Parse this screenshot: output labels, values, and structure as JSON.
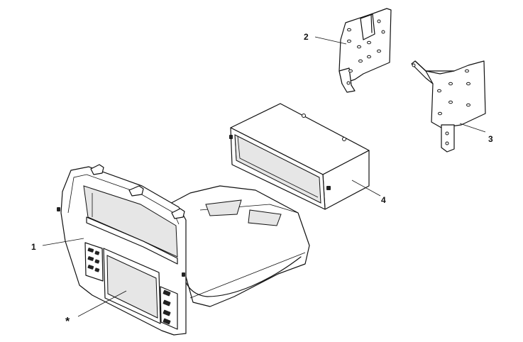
{
  "diagram": {
    "callouts": [
      {
        "id": "1",
        "label": "1"
      },
      {
        "id": "2",
        "label": "2"
      },
      {
        "id": "3",
        "label": "3"
      },
      {
        "id": "4",
        "label": "4"
      },
      {
        "id": "star",
        "label": "*"
      }
    ]
  }
}
